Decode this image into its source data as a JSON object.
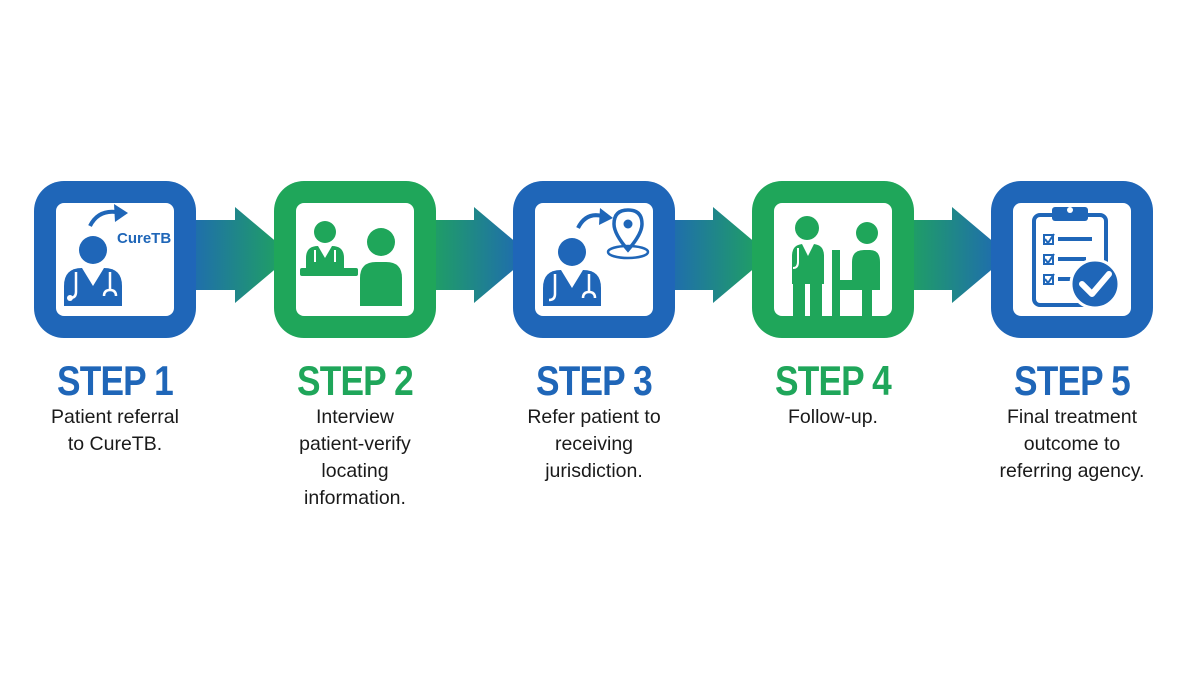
{
  "colors": {
    "blue": "#1f66b8",
    "green": "#1fa65a",
    "icon_blue": "#1f66b8",
    "icon_green": "#1fa65a"
  },
  "steps": [
    {
      "title": "STEP 1",
      "color": "blue",
      "icon": "doctor-referral-icon",
      "badge": "CureTB",
      "desc": [
        "Patient referral",
        "to CureTB."
      ]
    },
    {
      "title": "STEP 2",
      "color": "green",
      "icon": "interview-icon",
      "desc": [
        "Interview",
        "patient-verify",
        "locating",
        "information."
      ]
    },
    {
      "title": "STEP 3",
      "color": "blue",
      "icon": "doctor-location-icon",
      "desc": [
        "Refer patient to",
        "receiving",
        "jurisdiction."
      ]
    },
    {
      "title": "STEP 4",
      "color": "green",
      "icon": "doctor-patient-seated-icon",
      "desc": [
        "Follow-up."
      ]
    },
    {
      "title": "STEP 5",
      "color": "blue",
      "icon": "clipboard-check-icon",
      "desc": [
        "Final treatment",
        "outcome to",
        "referring agency."
      ]
    }
  ]
}
